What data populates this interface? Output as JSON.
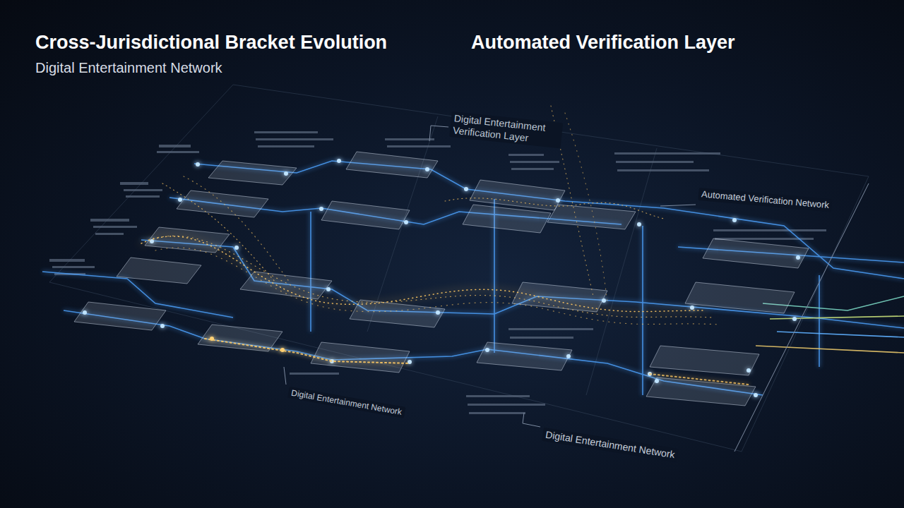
{
  "diagram": {
    "title": "Cross-Jurisdictional Bracket Evolution",
    "labels": [
      "Digital Entertainment Network",
      "Automated Verification Layer",
      "Digital Entertainment Verification Layer",
      "Automated Verification Network",
      "Digital Entertainment Network",
      "Digital Entertainment Network"
    ]
  }
}
